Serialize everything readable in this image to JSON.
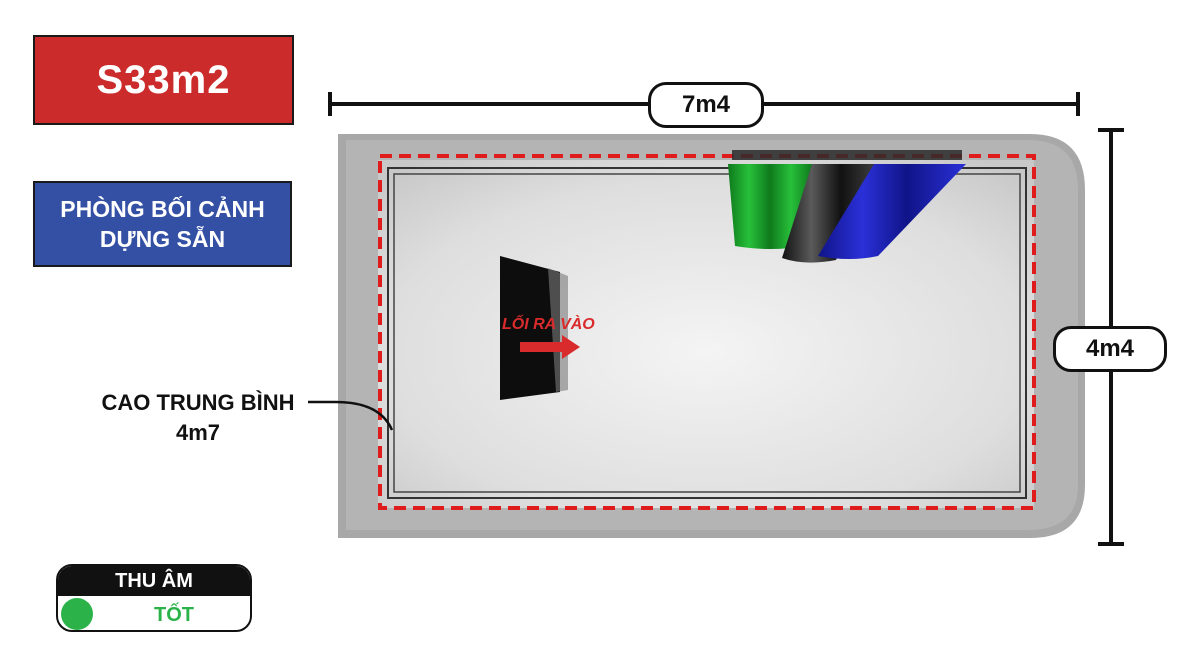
{
  "area_label": "S33m2",
  "room_type": {
    "line1": "PHÒNG BỐI CẢNH",
    "line2": "DỰNG SẴN"
  },
  "dimensions": {
    "width": "7m4",
    "depth": "4m4"
  },
  "height": {
    "label": "CAO TRUNG BÌNH",
    "value": "4m7"
  },
  "door_label": "LỐI RA VÀO",
  "sound": {
    "title": "THU ÂM",
    "rating": "TỐT"
  },
  "colors": {
    "area_bg": "#cc2b2b",
    "type_bg": "#3450a5",
    "sound_good": "#2bb34a",
    "dashed_outline": "#e01b1b",
    "curtain_green": "#1fa52e",
    "curtain_black": "#2a2a2a",
    "curtain_blue": "#1e22b8"
  }
}
